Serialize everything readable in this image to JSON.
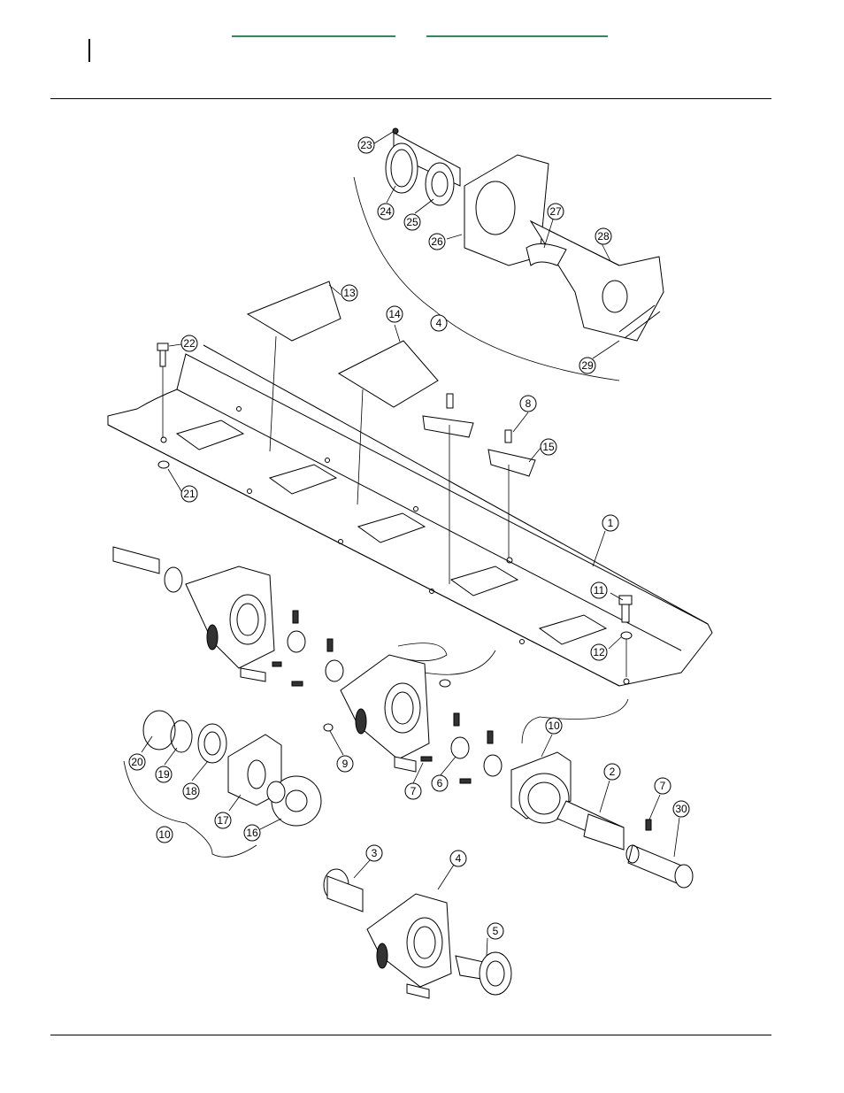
{
  "header": {
    "links": [
      "",
      ""
    ]
  },
  "callouts": [
    {
      "id": "c23",
      "label": "23"
    },
    {
      "id": "c24",
      "label": "24"
    },
    {
      "id": "c25",
      "label": "25"
    },
    {
      "id": "c26",
      "label": "26"
    },
    {
      "id": "c27",
      "label": "27"
    },
    {
      "id": "c28",
      "label": "28"
    },
    {
      "id": "c29",
      "label": "29"
    },
    {
      "id": "c4a",
      "label": "4"
    },
    {
      "id": "c13",
      "label": "13"
    },
    {
      "id": "c14",
      "label": "14"
    },
    {
      "id": "c22",
      "label": "22"
    },
    {
      "id": "c21",
      "label": "21"
    },
    {
      "id": "c8",
      "label": "8"
    },
    {
      "id": "c15",
      "label": "15"
    },
    {
      "id": "c1",
      "label": "1"
    },
    {
      "id": "c11",
      "label": "11"
    },
    {
      "id": "c12",
      "label": "12"
    },
    {
      "id": "c9",
      "label": "9"
    },
    {
      "id": "c7a",
      "label": "7"
    },
    {
      "id": "c6",
      "label": "6"
    },
    {
      "id": "c10a",
      "label": "10"
    },
    {
      "id": "c20",
      "label": "20"
    },
    {
      "id": "c19",
      "label": "19"
    },
    {
      "id": "c18",
      "label": "18"
    },
    {
      "id": "c17",
      "label": "17"
    },
    {
      "id": "c16",
      "label": "16"
    },
    {
      "id": "c10b",
      "label": "10"
    },
    {
      "id": "c2",
      "label": "2"
    },
    {
      "id": "c7b",
      "label": "7"
    },
    {
      "id": "c30",
      "label": "30"
    },
    {
      "id": "c3",
      "label": "3"
    },
    {
      "id": "c4b",
      "label": "4"
    },
    {
      "id": "c5",
      "label": "5"
    }
  ]
}
